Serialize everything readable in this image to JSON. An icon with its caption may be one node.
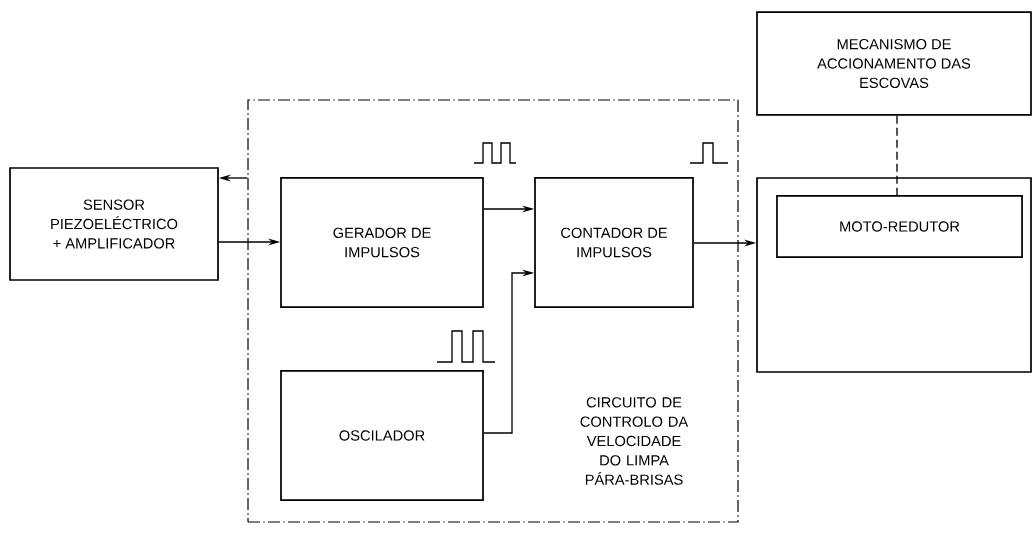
{
  "diagram": {
    "nodes": [
      {
        "text": [
          "SENSOR PIEZOELÉCTRICO + AMPLIFICADOR"
        ]
      },
      {
        "text": [
          "CIRCUITO DE CONTROLO DA VELOCIDADE DO LIMPA PÁRA-BRISAS"
        ]
      },
      {
        "text": [
          "GERADOR DE IMPULSOS"
        ],
        "in": 1
      },
      {
        "text": [
          "CONTADOR DE IMPULSOS"
        ],
        "in": 1
      },
      {
        "text": [
          "OSCILADOR"
        ],
        "in": 1
      },
      {
        "text": [],
        "shape": "box"
      },
      {
        "text": [
          "MOTO-REDUTOR"
        ],
        "in": 5
      },
      {
        "text": [
          "MECANISMO DE ACCIONAMENTO DAS ESCOVAS"
        ]
      }
    ],
    "edges": [
      {
        "from": 1,
        "to": 0,
        "arrow": "to"
      },
      {
        "from": 0,
        "to": 2,
        "arrow": "to"
      },
      {
        "from": 2,
        "to": 3,
        "arrow": "to"
      },
      {
        "from": 4,
        "to": 3,
        "arrow": "to"
      },
      {
        "from": 3,
        "to": 5,
        "arrow": "to"
      },
      {
        "from": 7,
        "to": 6,
        "arrow": "none",
        "style": "dashed"
      }
    ]
  }
}
